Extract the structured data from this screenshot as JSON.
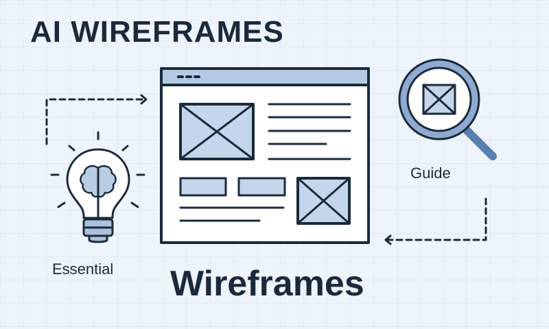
{
  "title": "AI WIREFRAMES",
  "subtitle": "Wireframes",
  "labels": {
    "essential": "Essential",
    "guide": "Guide"
  },
  "colors": {
    "ink": "#1b2a3a",
    "fill": "#c3d6ea",
    "bar": "#a9c1dc",
    "background": "#eef4fb"
  }
}
